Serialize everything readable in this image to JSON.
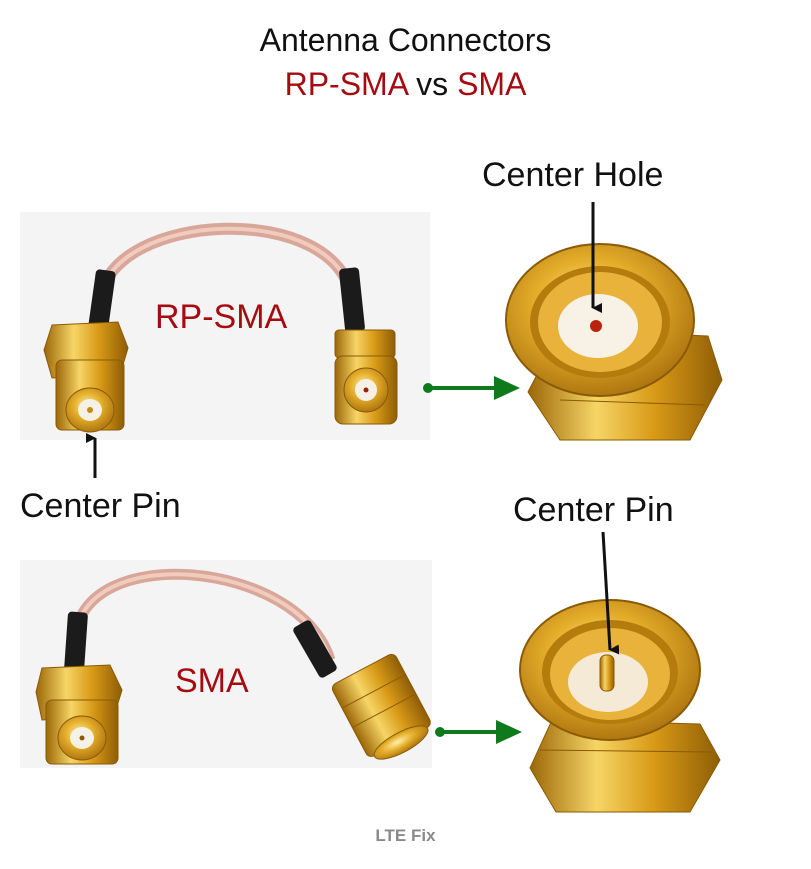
{
  "title": {
    "line1": "Antenna Connectors",
    "line2_left": "RP-SMA",
    "line2_mid": " vs ",
    "line2_right": "SMA"
  },
  "labels": {
    "rpsma_cable": "RP-SMA",
    "sma_cable": "SMA",
    "center_hole": "Center Hole",
    "center_pin_left": "Center Pin",
    "center_pin_right": "Center Pin"
  },
  "footer": "LTE Fix",
  "colors": {
    "accent_red": "#a40c12",
    "arrow_green": "#0f7a1c",
    "gold": "#d9a21c",
    "cable": "#d8a79a"
  }
}
